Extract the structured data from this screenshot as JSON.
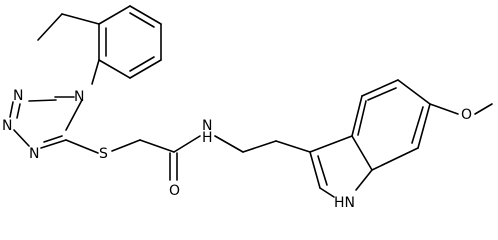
{
  "atoms": {
    "tetrazole_n1": "N",
    "tetrazole_n2": "N",
    "tetrazole_n3": "N",
    "tetrazole_n4": "N",
    "sulfur": "S",
    "carbonyl_oxygen": "O",
    "amide_nh": "N",
    "amide_h": "H",
    "indole_nh": "HN",
    "methoxy_oxygen": "O"
  }
}
